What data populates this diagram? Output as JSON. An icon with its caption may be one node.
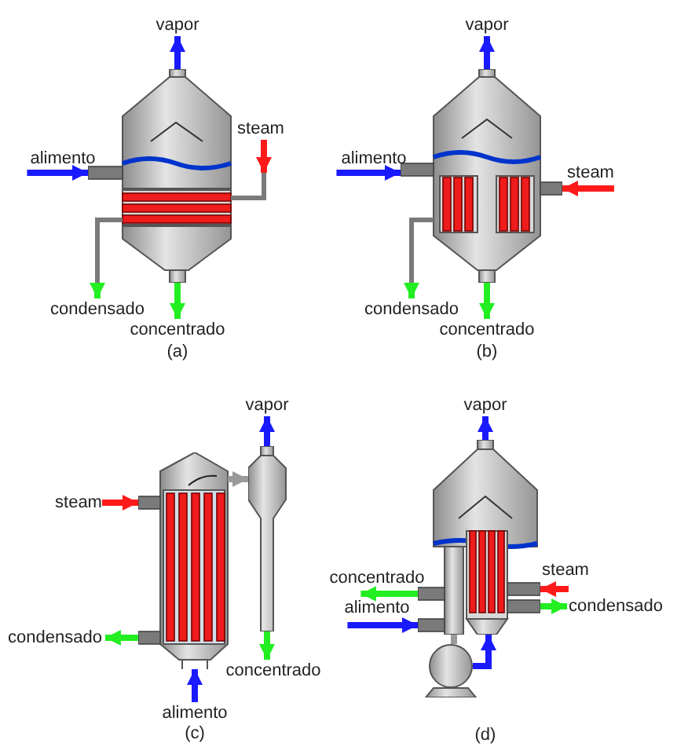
{
  "diagram": {
    "nodes": [
      {
        "text": [],
        "shape": "picture"
      },
      {
        "text": [
          "vapor"
        ]
      },
      {
        "text": [
          "steam"
        ]
      },
      {
        "text": [
          "alimento"
        ]
      },
      {
        "text": [
          "condensado"
        ]
      },
      {
        "text": [
          "concentrado"
        ]
      },
      {
        "text": [],
        "shape": "picture"
      },
      {
        "text": [
          "vapor"
        ]
      },
      {
        "text": [
          "alimento"
        ]
      },
      {
        "text": [
          "steam"
        ]
      },
      {
        "text": [
          "condensado"
        ]
      },
      {
        "text": [
          "concentrado"
        ]
      },
      {
        "text": [],
        "shape": "picture"
      },
      {
        "text": [],
        "shape": "picture"
      },
      {
        "text": [
          "vapor"
        ]
      },
      {
        "text": [
          "steam"
        ]
      },
      {
        "text": [
          "condensado"
        ]
      },
      {
        "text": [
          "concentrado"
        ]
      },
      {
        "text": [
          "alimento"
        ]
      },
      {
        "text": [],
        "shape": "picture"
      },
      {
        "text": [],
        "shape": "circle"
      },
      {
        "text": [
          "vapor"
        ]
      },
      {
        "text": [
          "concentrado"
        ]
      },
      {
        "text": [
          "steam"
        ]
      },
      {
        "text": [
          "alimento"
        ]
      },
      {
        "text": [
          "condensado"
        ]
      }
    ],
    "edges": [
      {
        "from": 0,
        "to": 1,
        "arrow": "to",
        "color": "#1a1aff"
      },
      {
        "from": 2,
        "to": 0,
        "arrow": "to",
        "color": "#ff1a1a"
      },
      {
        "from": 3,
        "to": 0,
        "arrow": "to",
        "color": "#1a1aff"
      },
      {
        "from": 0,
        "to": 4,
        "arrow": "to",
        "color": "#22ee22"
      },
      {
        "from": 0,
        "to": 5,
        "arrow": "to",
        "color": "#22ee22"
      },
      {
        "from": 6,
        "to": 7,
        "arrow": "to",
        "color": "#1a1aff"
      },
      {
        "from": 8,
        "to": 6,
        "arrow": "to",
        "color": "#1a1aff"
      },
      {
        "from": 9,
        "to": 6,
        "arrow": "to",
        "color": "#ff1a1a"
      },
      {
        "from": 6,
        "to": 10,
        "arrow": "to",
        "color": "#22ee22"
      },
      {
        "from": 6,
        "to": 11,
        "arrow": "to",
        "color": "#22ee22"
      },
      {
        "from": 12,
        "to": 13,
        "arrow": "to",
        "color": "#9a9a9a"
      },
      {
        "from": 13,
        "to": 14,
        "arrow": "to",
        "color": "#1a1aff"
      },
      {
        "from": 15,
        "to": 12,
        "arrow": "to",
        "color": "#ff1a1a"
      },
      {
        "from": 12,
        "to": 16,
        "arrow": "to",
        "color": "#22ee22"
      },
      {
        "from": 13,
        "to": 17,
        "arrow": "to",
        "color": "#22ee22"
      },
      {
        "from": 18,
        "to": 12,
        "arrow": "to",
        "color": "#1a1aff"
      },
      {
        "from": 19,
        "to": 21,
        "arrow": "to",
        "color": "#1a1aff"
      },
      {
        "from": 19,
        "to": 22,
        "arrow": "to",
        "color": "#22ee22"
      },
      {
        "from": 23,
        "to": 19,
        "arrow": "to",
        "color": "#ff1a1a"
      },
      {
        "from": 24,
        "to": 19,
        "arrow": "to",
        "color": "#1a1aff"
      },
      {
        "from": 19,
        "to": 25,
        "arrow": "to",
        "color": "#22ee22"
      },
      {
        "from": 19,
        "to": 20,
        "arrow": "none",
        "color": "#9a9a9a"
      },
      {
        "from": 20,
        "to": 19,
        "arrow": "to",
        "color": "#1a1aff"
      }
    ],
    "labels": [
      "(a)",
      "(b)",
      "(c)",
      "(d)"
    ]
  }
}
